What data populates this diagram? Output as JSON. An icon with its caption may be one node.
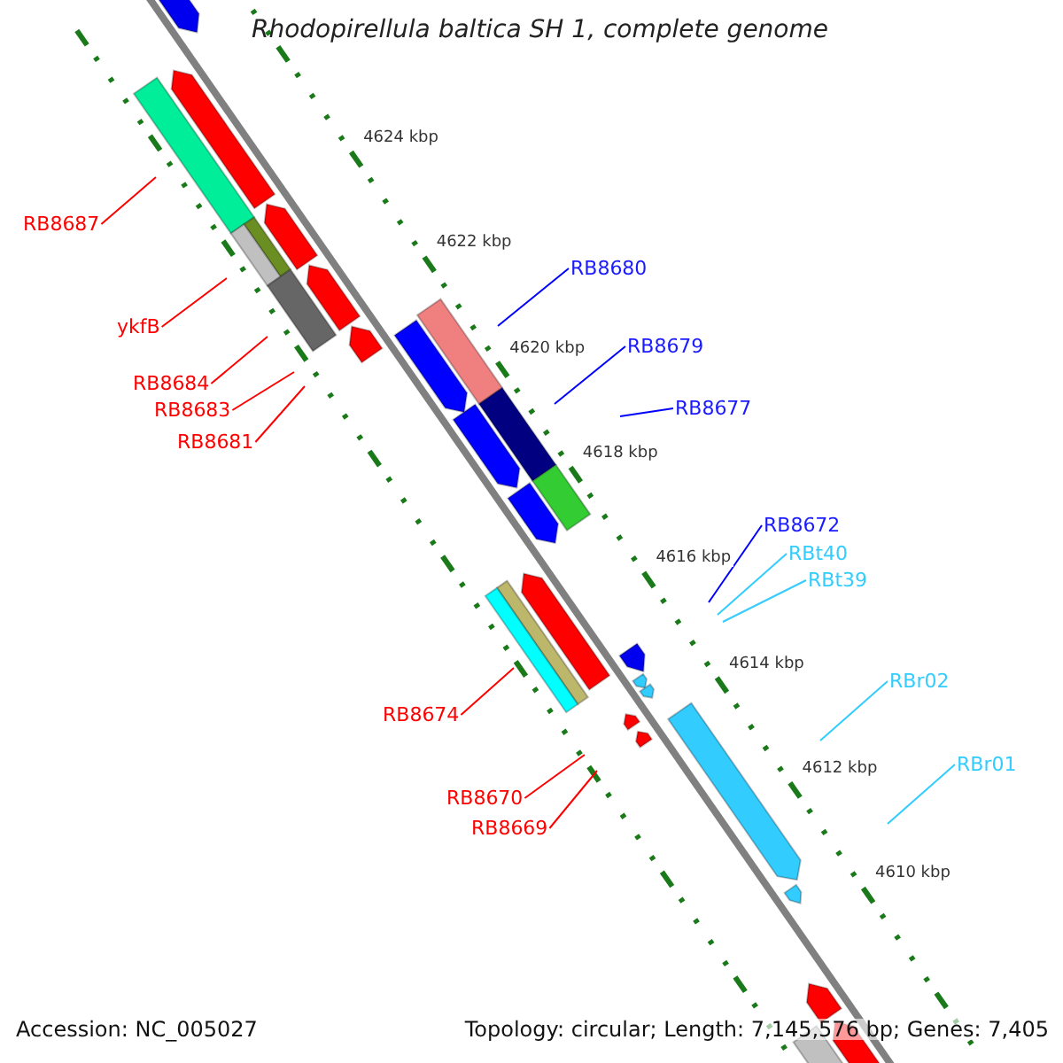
{
  "diagram": {
    "title": "Rhodopirellula baltica SH 1, complete genome",
    "nodes": [
      {
        "text": [
          "RB8687"
        ]
      },
      {
        "text": [
          "ykfB"
        ]
      },
      {
        "text": [
          "RB8684"
        ]
      },
      {
        "text": [
          "RB8683"
        ]
      },
      {
        "text": [
          "RB8681"
        ]
      },
      {
        "text": [
          "RB8680"
        ]
      },
      {
        "text": [
          "RB8679"
        ]
      },
      {
        "text": [
          "RB8677"
        ]
      },
      {
        "text": [
          "RB8672"
        ]
      },
      {
        "text": [
          "RBt40"
        ]
      },
      {
        "text": [
          "RBt39"
        ]
      },
      {
        "text": [
          "RBr02"
        ]
      },
      {
        "text": [
          "RBr01"
        ]
      },
      {
        "text": [
          "RB8674"
        ]
      },
      {
        "text": [
          "RB8670"
        ]
      },
      {
        "text": [
          "RB8669"
        ]
      }
    ],
    "edges": [
      {
        "from": 0,
        "to": null,
        "arrow": "none"
      },
      {
        "from": 1,
        "to": null,
        "arrow": "none"
      },
      {
        "from": 2,
        "to": null,
        "arrow": "none"
      },
      {
        "from": 3,
        "to": null,
        "arrow": "none"
      },
      {
        "from": 4,
        "to": null,
        "arrow": "none"
      },
      {
        "from": 5,
        "to": null,
        "arrow": "none",
        "color": "#0000ff"
      },
      {
        "from": 6,
        "to": null,
        "arrow": "none",
        "color": "#0000ff"
      },
      {
        "from": 7,
        "to": null,
        "arrow": "none",
        "color": "#0000ff"
      },
      {
        "from": 8,
        "to": null,
        "arrow": "none",
        "color": "#0000ff"
      },
      {
        "from": 9,
        "to": null,
        "arrow": "none",
        "color": "#33ccff"
      },
      {
        "from": 10,
        "to": null,
        "arrow": "none",
        "color": "#33ccff"
      },
      {
        "from": 11,
        "to": null,
        "arrow": "none",
        "color": "#33ccff"
      },
      {
        "from": 12,
        "to": null,
        "arrow": "none",
        "color": "#33ccff"
      },
      {
        "from": 13,
        "to": null,
        "arrow": "none"
      },
      {
        "from": 14,
        "to": null,
        "arrow": "none"
      },
      {
        "from": 15,
        "to": null,
        "arrow": "none"
      }
    ],
    "labels": [
      "4624 kbp",
      "4622 kbp",
      "4620 kbp",
      "4618 kbp",
      "4616 kbp",
      "4614 kbp",
      "4612 kbp",
      "4610 kbp",
      "Accession: NC_005027",
      "Topology: circular; Length: 7,145,576 bp; Genes: 7,405"
    ]
  }
}
